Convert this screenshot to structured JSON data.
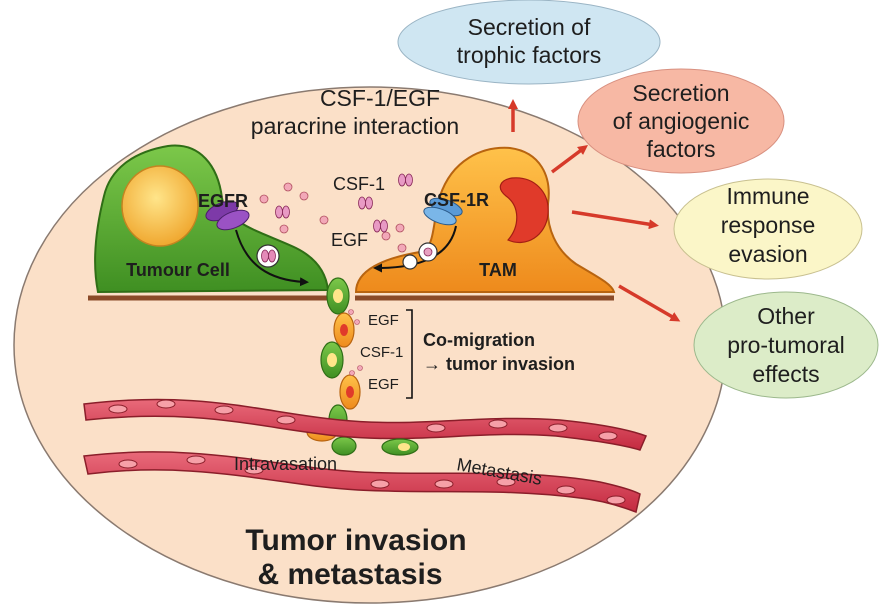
{
  "bubbles": {
    "trophic": [
      "Secretion of",
      "trophic factors"
    ],
    "angiogenic": [
      "Secretion",
      "of angiogenic",
      "factors"
    ],
    "immune": [
      "Immune",
      "response",
      "evasion"
    ],
    "other": [
      "Other",
      "pro-tumoral",
      "effects"
    ]
  },
  "paracrine": [
    "CSF-1/EGF",
    "paracrine interaction"
  ],
  "receptors": {
    "egfr": "EGFR",
    "csf1r": "CSF-1R"
  },
  "ligands": {
    "csf1": "CSF-1",
    "egf": "EGF"
  },
  "cells": {
    "tumour": "Tumour Cell",
    "tam": "TAM"
  },
  "comigration": {
    "egf_top": "EGF",
    "csf1": "CSF-1",
    "egf_bottom": "EGF",
    "line1": "Co-migration",
    "line2": "→ tumor invasion"
  },
  "vessel": {
    "intravasation": "Intravasation",
    "metastasis": "Metastasis"
  },
  "title": [
    "Tumor invasion",
    "& metastasis"
  ],
  "colors": {
    "main_circle": "#fbe0c8",
    "tumour_cell": "#5aae32",
    "tam": "#f39a2a",
    "vessel": "#d5364c",
    "arrow": "#d63a2a",
    "bubble_blue": "#cfe6f2",
    "bubble_red": "#f7b8a4",
    "bubble_yellow": "#fbf6c8",
    "bubble_green": "#dcecc8"
  }
}
